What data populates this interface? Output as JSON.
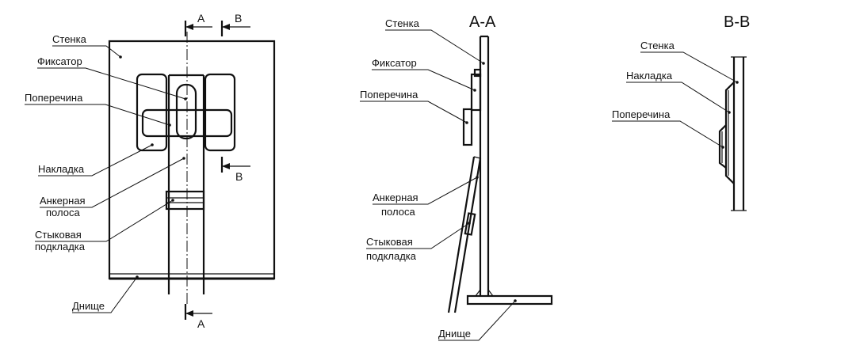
{
  "views": {
    "front": {
      "labels": {
        "stenka": "Стенка",
        "fiksator": "Фиксатор",
        "poperechina": "Поперечина",
        "nakladka": "Накладка",
        "ankernaya_1": "Анкерная",
        "ankernaya_2": "полоса",
        "stykovaya_1": "Стыковая",
        "stykovaya_2": "подкладка",
        "dnishche": "Днище"
      },
      "section_marks": {
        "a_top": "A",
        "b_top": "B",
        "b_right": "B",
        "a_bottom": "A"
      }
    },
    "section_aa": {
      "title": "А-А",
      "labels": {
        "stenka": "Стенка",
        "fiksator": "Фиксатор",
        "poperechina": "Поперечина",
        "ankernaya_1": "Анкерная",
        "ankernaya_2": "полоса",
        "stykovaya_1": "Стыковая",
        "stykovaya_2": "подкладка",
        "dnishche": "Днище"
      }
    },
    "section_bb": {
      "title": "B-B",
      "labels": {
        "stenka": "Стенка",
        "nakladka": "Накладка",
        "poperechina": "Поперечина"
      }
    }
  }
}
